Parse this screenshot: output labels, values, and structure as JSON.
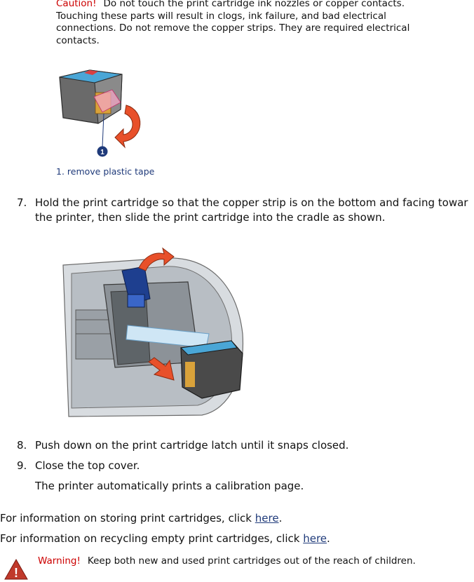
{
  "caution": {
    "label": "Caution!",
    "text": "Do not touch the print cartridge ink nozzles or copper contacts. Touching these parts will result in clogs, ink failure, and bad electrical connections. Do not remove the copper strips. They are required electrical contacts."
  },
  "figure1": {
    "callout_number": "1",
    "caption": "1. remove plastic tape"
  },
  "steps": [
    {
      "number": "7.",
      "line1": "Hold the print cartridge so that the copper strip is on the bottom and facing towar",
      "line2": "the printer, then slide the print cartridge into the cradle as shown."
    },
    {
      "number": "8.",
      "text": "Push down on the print cartridge latch until it snaps closed."
    },
    {
      "number": "9.",
      "text": "Close the top cover."
    }
  ],
  "step9_note": "The printer automatically prints a calibration page.",
  "storing": {
    "text": "For information on storing print cartridges, click ",
    "link": "here",
    "end": "."
  },
  "recycling": {
    "text": "For information on recycling empty print cartridges, click ",
    "link": "here",
    "end": "."
  },
  "warning": {
    "label": "Warning!",
    "text": "Keep both new and used print cartridges out of the reach of children.",
    "icon_mark": "!"
  },
  "colors": {
    "alert_label": "#cc0000",
    "link": "#1f3a7a",
    "caption": "#1f3a7a",
    "arrow": "#e8502a"
  }
}
